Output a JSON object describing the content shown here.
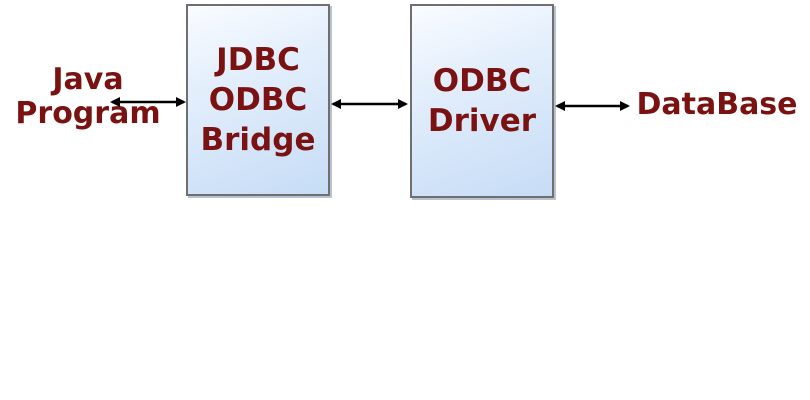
{
  "diagram": {
    "source": {
      "lines": [
        "Java",
        "Program"
      ]
    },
    "bridge": {
      "lines": [
        "JDBC",
        "ODBC",
        "Bridge"
      ]
    },
    "driver": {
      "lines": [
        "ODBC",
        "Driver"
      ]
    },
    "target": {
      "label": "DataBase"
    },
    "colors": {
      "text": "#7a1212",
      "box_border": "#6f6f6f",
      "box_fill_light": "#fafcff",
      "box_fill_dark": "#c6dcf6",
      "arrow": "#000000"
    }
  }
}
